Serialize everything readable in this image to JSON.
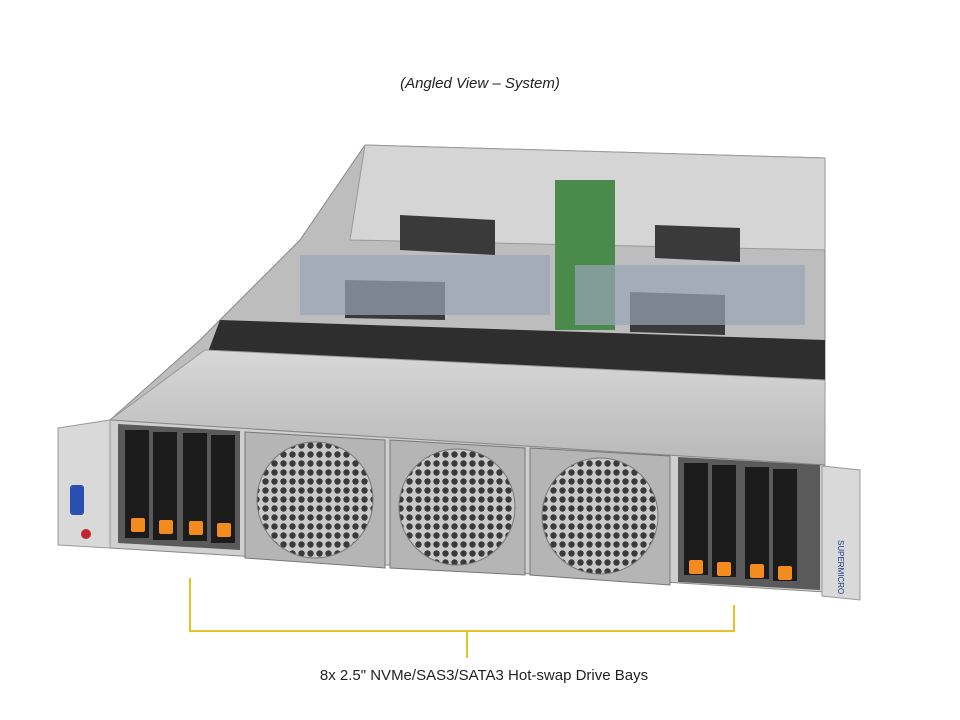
{
  "view_title": "(Angled View – System)",
  "callout": {
    "label": "8x 2.5\" NVMe/SAS3/SATA3 Hot-swap Drive Bays",
    "color": "#e6c229"
  },
  "product": {
    "logo_text": "SUPERMICRO",
    "drive_bays": 8,
    "front_fans": 3,
    "tab_color": "#f28c1e"
  }
}
